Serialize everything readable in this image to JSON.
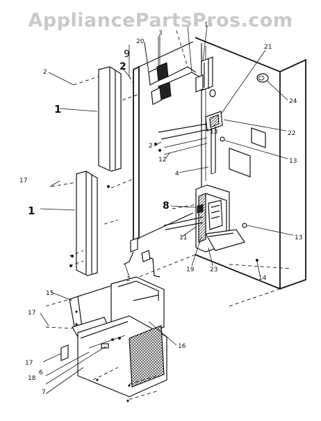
{
  "watermark": "AppliancePartsPros.com",
  "callouts": [
    "1",
    "1",
    "2",
    "2",
    "2",
    "2",
    "3",
    "4",
    "6",
    "7",
    "8",
    "9",
    "11",
    "12",
    "13",
    "13",
    "13",
    "13",
    "14",
    "15",
    "16",
    "17",
    "17",
    "17",
    "18",
    "19",
    "20",
    "21",
    "22",
    "23",
    "24"
  ]
}
